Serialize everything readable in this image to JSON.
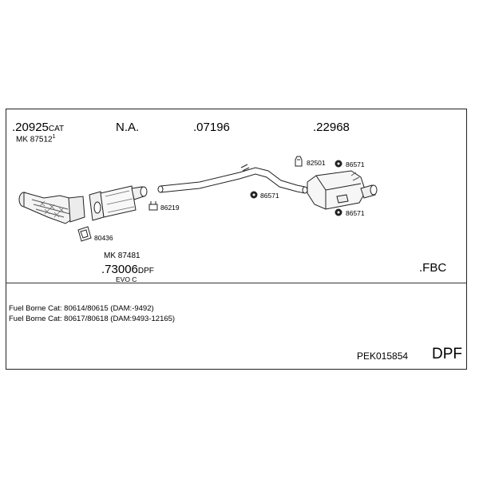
{
  "top_refs": {
    "cat_part": "20925",
    "cat_suffix": "CAT",
    "cat_mk": "MK 87512",
    "cat_mk_sup": "1",
    "na": "N.A.",
    "mid_pipe": "07196",
    "rear_box": "22968"
  },
  "small_parts": {
    "gasket": "80436",
    "clamp1": "86219",
    "hanger_mid": "86571",
    "bracket": "82501",
    "hanger_top": "86571",
    "hanger_bottom": "86571"
  },
  "dpf": {
    "mk": "MK 87481",
    "part": "73006",
    "suffix": "DPF",
    "sub": "EVO C"
  },
  "fbc": "FBC",
  "notes": [
    "Fuel Borne Cat: 80614/80615 (DAM:-9492)",
    "Fuel Borne Cat: 80617/80618 (DAM:9493-12165)"
  ],
  "footer": {
    "code": "PEK015854",
    "type": "DPF"
  }
}
